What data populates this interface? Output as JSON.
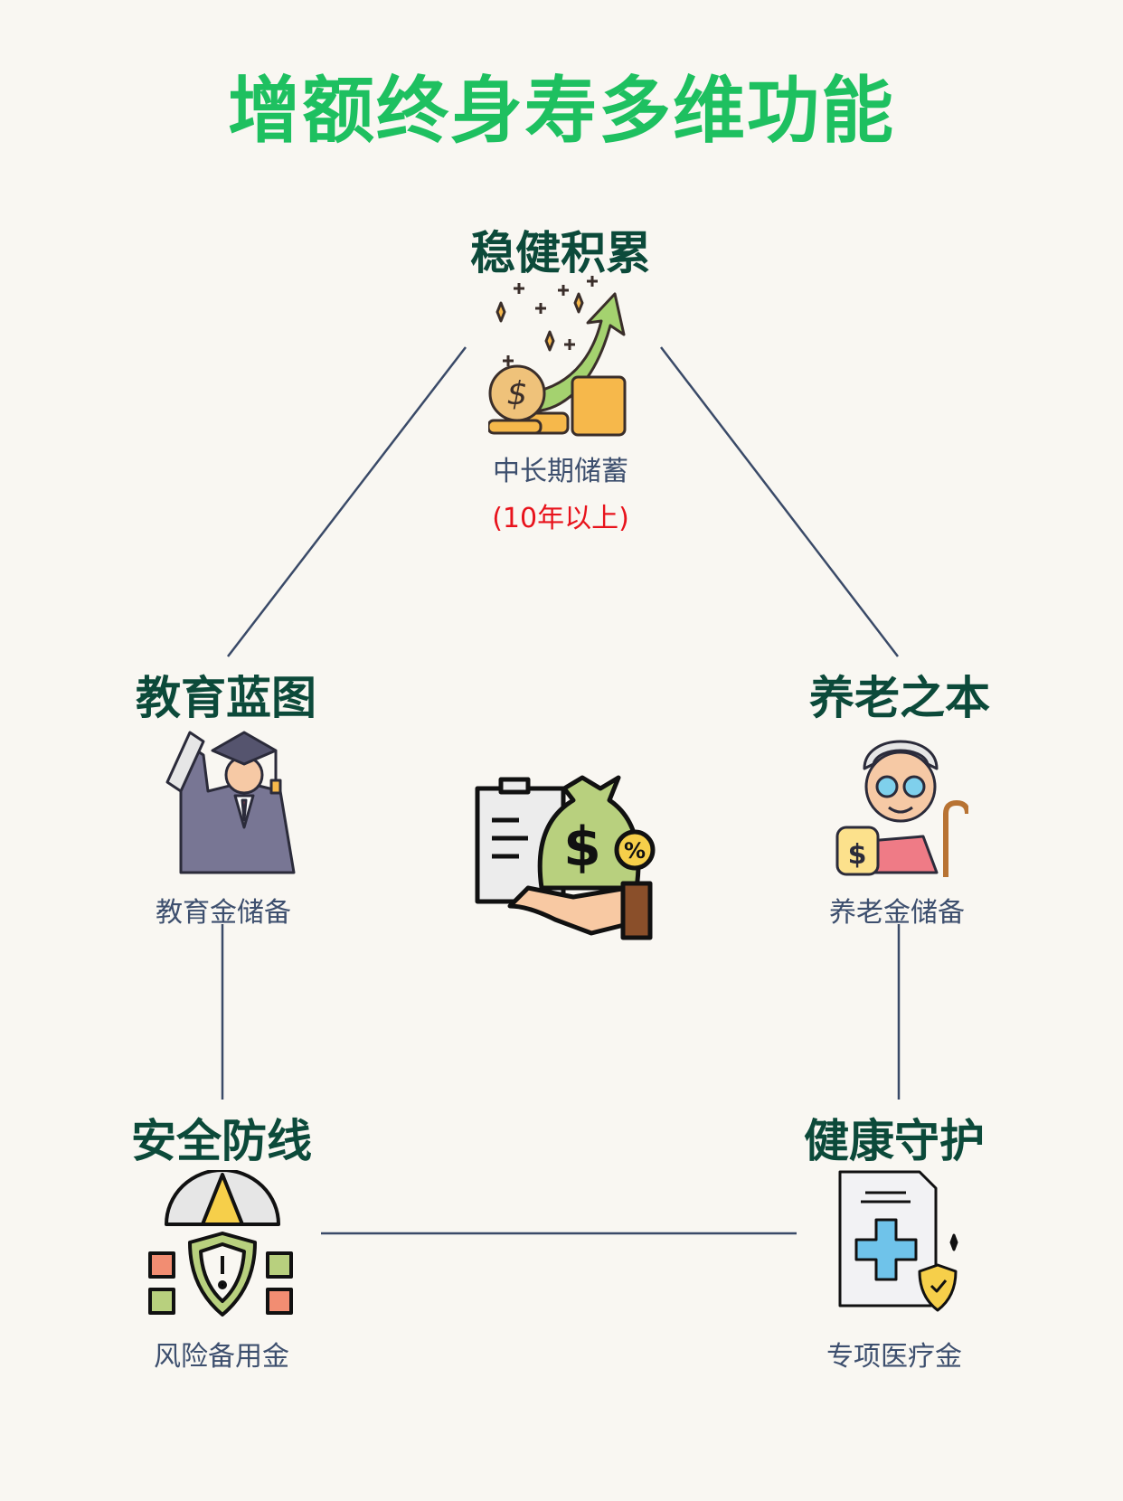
{
  "title": "增额终身寿多维功能",
  "accent_color": "#1ec060",
  "heading_color": "#0c4a3a",
  "nodes": {
    "top": {
      "heading": "稳健积累",
      "label": "中长期储蓄",
      "note": "(10年以上)",
      "icon": "coins-growth-icon"
    },
    "left": {
      "heading": "教育蓝图",
      "label": "教育金储备",
      "icon": "graduate-icon"
    },
    "right": {
      "heading": "养老之本",
      "label": "养老金储备",
      "icon": "elderly-savings-icon"
    },
    "bottom_left": {
      "heading": "安全防线",
      "label": "风险备用金",
      "icon": "safety-shield-icon"
    },
    "bottom_right": {
      "heading": "健康守护",
      "label": "专项医疗金",
      "icon": "medical-document-icon"
    },
    "center": {
      "icon": "money-bag-hand-icon"
    }
  }
}
